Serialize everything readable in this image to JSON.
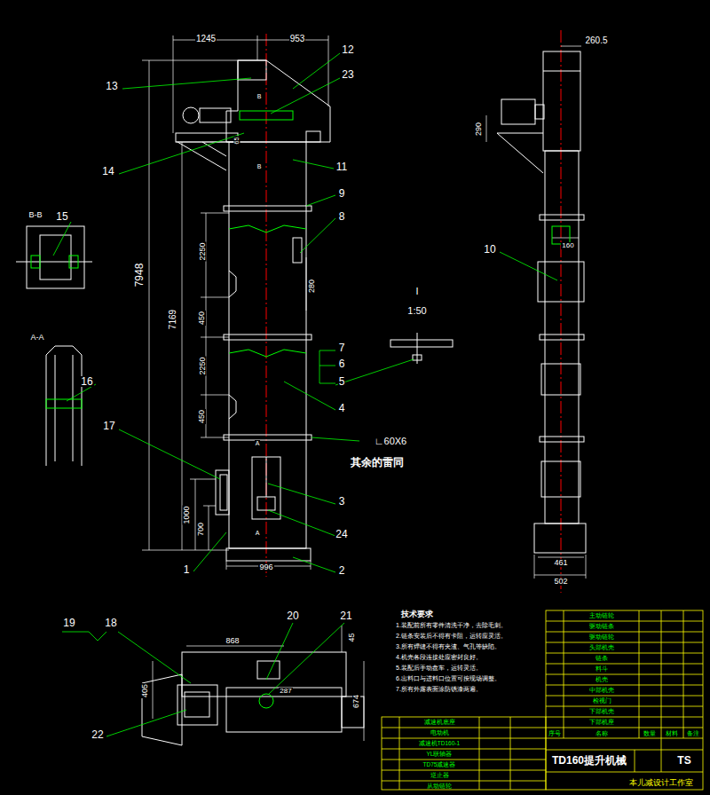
{
  "diagram": {
    "labels": [
      "1245",
      "953",
      "260.5",
      "13",
      "12",
      "23",
      "14",
      "11",
      "9",
      "8",
      "15",
      "B-B",
      "7948",
      "7169",
      "2250",
      "280",
      "450",
      "I",
      "1:50",
      "10",
      "290",
      "160",
      "A-A",
      "16",
      "2250",
      "7",
      "6",
      "5",
      "4",
      "450",
      "17",
      "∟60X6",
      "其余的雷同",
      "3",
      "24",
      "1000",
      "700",
      "1",
      "2",
      "996",
      "461",
      "502",
      "B",
      "B",
      "A",
      "A",
      "65",
      "19",
      "18",
      "20",
      "21",
      "868",
      "45",
      "405",
      "287",
      "674",
      "22",
      "技术要求",
      "1.装配前所有零件清洗干净，去除毛刺。",
      "2.链条安装后不得有卡阻，运转应灵活。",
      "3.所有焊缝不得有夹渣、气孔等缺陷。",
      "4.机壳各段连接处应密封良好。",
      "5.装配后手动盘车，运转灵活。",
      "6.出料口与进料口位置可按现场调整。",
      "7.所有外露表面涂防锈漆两遍。",
      "TD160提升机械",
      "TS",
      "本儿减设计工作室",
      "序号",
      "名称",
      "数量",
      "材料",
      "备注",
      "主动链轮",
      "驱动链条",
      "驱动链轮",
      "头部机壳",
      "链条",
      "料斗",
      "机壳",
      "中部机壳",
      "检视门",
      "下部机壳",
      "下部机座",
      "减速机底座",
      "电动机",
      "减速机TD160-1",
      "YL联轴器",
      "TD75减速器",
      "逆止器",
      "从动链轮"
    ]
  }
}
